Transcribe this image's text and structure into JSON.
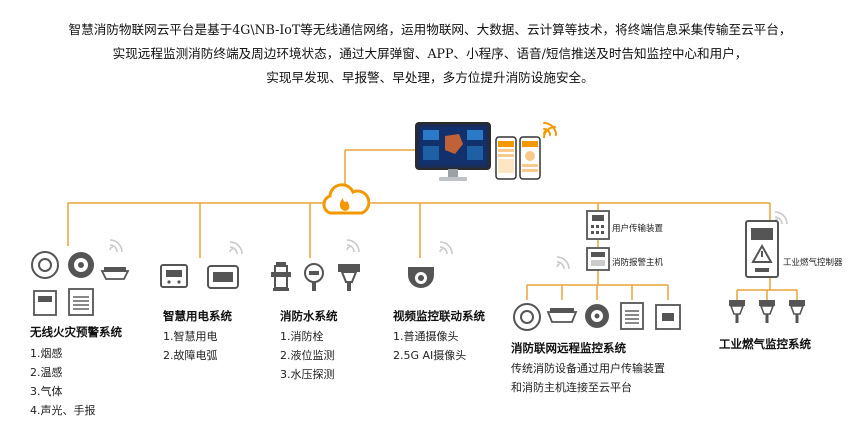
{
  "intro": {
    "line1": "智慧消防物联网云平台是基于4G\\NB-IoT等无线通信网络，运用物联网、大数据、云计算等技术，将终端信息采集传输至云平台，",
    "line2": "实现远程监测消防终端及周边环境状态，通过大屏弹窗、APP、小程序、语音/短信推送及时告知监控中心和用户，",
    "line3": "实现早发现、早报警、早处理，多方位提升消防设施安全。"
  },
  "colors": {
    "accent": "#f39800",
    "line": "#e8a33a",
    "icon_gray": "#6b6b6b"
  },
  "icons": {
    "top": [
      "monitor-icon",
      "phone-icon",
      "wifi-icon"
    ],
    "hub": "cloud-fire-icon",
    "wifi": "wifi-signal-icon"
  },
  "systems": {
    "wireless": {
      "title": "无线火灾预警系统",
      "items": [
        "1.烟感",
        "2.温感",
        "3.气体",
        "4.声光、手报"
      ]
    },
    "electric": {
      "title": "智慧用电系统",
      "items": [
        "1.智慧用电",
        "2.故障电弧"
      ]
    },
    "water": {
      "title": "消防水系统",
      "items": [
        "1.消防栓",
        "2.液位监测",
        "3.水压探测"
      ]
    },
    "video": {
      "title": "视频监控联动系统",
      "items": [
        "1.普通摄像头",
        "2.5G AI摄像头"
      ]
    },
    "remote": {
      "title": "消防联网远程监控系统",
      "items": [
        "传统消防设备通过用户传输装置",
        "和消防主机连接至云平台"
      ],
      "device1": "用户传输装置",
      "device2": "消防报警主机"
    },
    "gas": {
      "title": "工业燃气监控系统",
      "controller": "工业燃气控制器"
    }
  }
}
